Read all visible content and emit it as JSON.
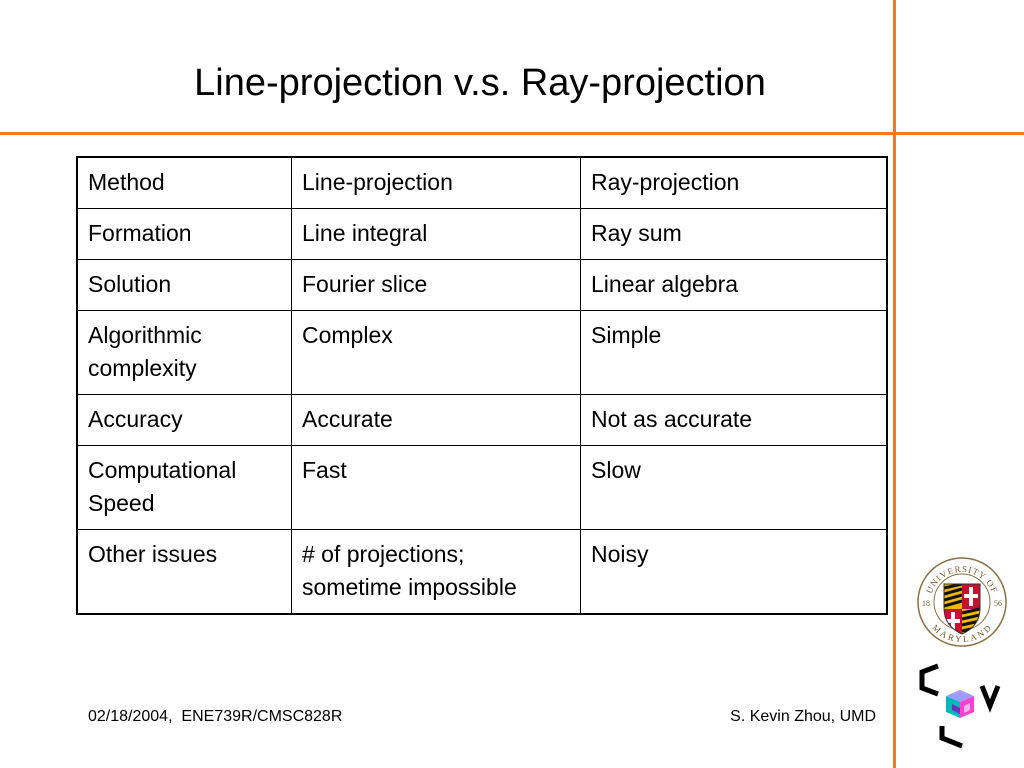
{
  "slide": {
    "title": "Line-projection v.s. Ray-projection",
    "accent_color": "#f07a28"
  },
  "table": {
    "rows": [
      [
        "Method",
        "Line-projection",
        "Ray-projection"
      ],
      [
        "Formation",
        "Line integral",
        "Ray sum"
      ],
      [
        "Solution",
        "Fourier slice",
        "Linear algebra"
      ],
      [
        "Algorithmic complexity",
        "Complex",
        "Simple"
      ],
      [
        "Accuracy",
        "Accurate",
        "Not as accurate"
      ],
      [
        "Computational Speed",
        "Fast",
        "Slow"
      ],
      [
        "Other issues",
        "# of projections; sometime impossible",
        "Noisy"
      ]
    ]
  },
  "footer": {
    "left": "02/18/2004,  ENE739R/CMSC828R",
    "right": "S. Kevin Zhou, UMD"
  },
  "logos": {
    "seal_icon": "university-of-maryland-seal-icon",
    "seal_text_top": "UNIVERSITY OF",
    "seal_text_bottom": "MARYLAND",
    "seal_year_left": "18",
    "seal_year_right": "56",
    "lab_icon": "cvc-lab-logo-icon"
  }
}
